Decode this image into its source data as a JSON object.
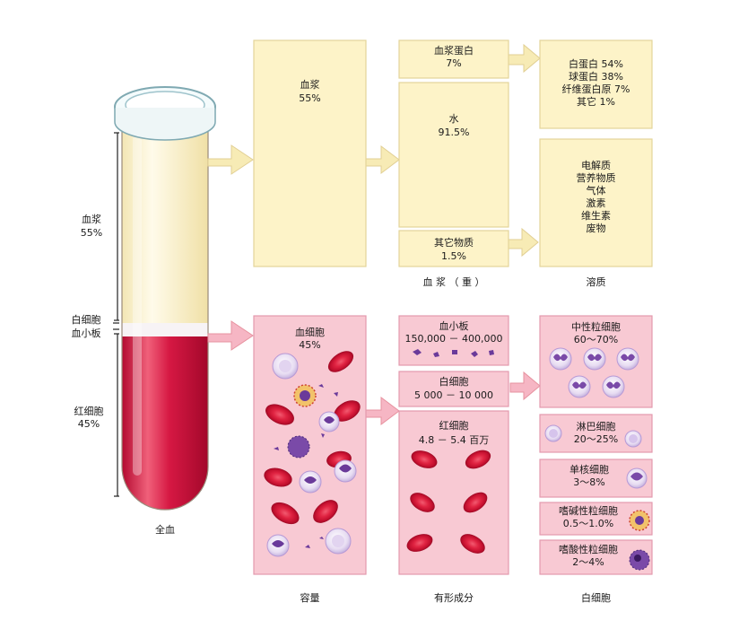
{
  "tube": {
    "plasma_label": "血浆",
    "plasma_pct": "55%",
    "wbc_label": "白细胞",
    "platelet_label": "血小板",
    "rbc_label": "红细胞",
    "rbc_pct": "45%",
    "caption": "全血"
  },
  "plasma_box": {
    "title": "血浆",
    "pct": "55%"
  },
  "plasma_components": [
    {
      "name": "血浆蛋白",
      "pct": "7%"
    },
    {
      "name": "水",
      "pct": "91.5%"
    },
    {
      "name": "其它物质",
      "pct": "1.5%"
    }
  ],
  "plasma_caption": "血 浆 （ 重 ）",
  "proteins": [
    "白蛋白  54%",
    "球蛋白  38%",
    "纤维蛋白原  7%",
    "其它  1%"
  ],
  "solutes": [
    "电解质",
    "营养物质",
    "气体",
    "激素",
    "维生素",
    "废物"
  ],
  "solutes_caption": "溶质",
  "cells_box": {
    "title": "血细胞",
    "pct": "45%"
  },
  "cells_caption": "容量",
  "formed_elements": [
    {
      "name": "血小板",
      "value": "150,000 － 400,000"
    },
    {
      "name": "白细胞",
      "value": "5 000 － 10 000"
    },
    {
      "name": "红细胞",
      "value": "4.8 － 5.4 百万"
    }
  ],
  "formed_caption": "有形成分",
  "leukocytes": [
    {
      "name": "中性粒细胞",
      "value": "60～70%"
    },
    {
      "name": "淋巴细胞",
      "value": "20～25%"
    },
    {
      "name": "单核细胞",
      "value": "3～8%"
    },
    {
      "name": "嗜碱性粒细胞",
      "value": "0.5～1.0%"
    },
    {
      "name": "嗜酸性粒细胞",
      "value": "2～4%"
    }
  ],
  "leukocytes_caption": "白细胞",
  "colors": {
    "plasma_panel": "#fdf3c8",
    "plasma_border": "#e3d49a",
    "cell_panel": "#f8c9d3",
    "cell_border": "#e39aae",
    "rbc": "#d01c3a",
    "wbc_purple": "#6a3a9a",
    "tube_red": "#c9103a"
  }
}
